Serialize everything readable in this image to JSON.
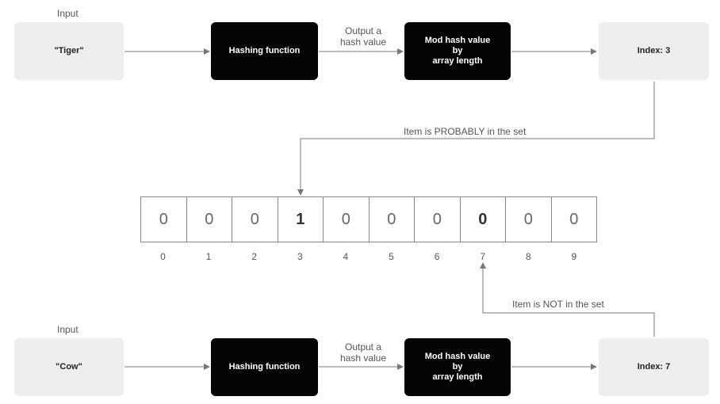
{
  "top_flow": {
    "input_caption": "Input",
    "input_value": "\"Tiger\"",
    "hash_box": "Hashing function",
    "output_label_line1": "Output a",
    "output_label_line2": "hash value",
    "mod_line1": "Mod hash value",
    "mod_line2": "by",
    "mod_line3": "array length",
    "index_result": "Index: 3",
    "result_label": "Item is PROBABLY in the set"
  },
  "bottom_flow": {
    "input_caption": "Input",
    "input_value": "\"Cow\"",
    "hash_box": "Hashing function",
    "output_label_line1": "Output a",
    "output_label_line2": "hash value",
    "mod_line1": "Mod hash value",
    "mod_line2": "by",
    "mod_line3": "array length",
    "index_result": "Index: 7",
    "result_label": "Item is NOT in the set"
  },
  "bit_array": {
    "values": [
      "0",
      "0",
      "0",
      "1",
      "0",
      "0",
      "0",
      "0",
      "0",
      "0"
    ],
    "indices": [
      "0",
      "1",
      "2",
      "3",
      "4",
      "5",
      "6",
      "7",
      "8",
      "9"
    ],
    "emphasized_indices": [
      3,
      7
    ]
  },
  "colors": {
    "light_box": "#eeeeee",
    "dark_box": "#050505",
    "arrow": "#777777"
  }
}
